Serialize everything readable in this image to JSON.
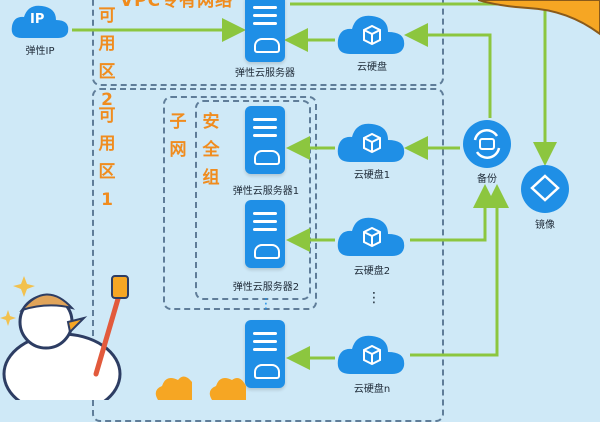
{
  "title_partial": "VPC专有网络",
  "zones": {
    "az2": "可用区2",
    "az1": "可用区1",
    "subnet": "子网",
    "security_group": "安全组"
  },
  "nodes": {
    "eip_badge": "IP",
    "eip": "弹性IP",
    "ecs_top": "弹性云服务器",
    "disk_top": "云硬盘",
    "ecs1": "弹性云服务器1",
    "ecs2": "弹性云服务器2",
    "disk1": "云硬盘1",
    "disk2": "云硬盘2",
    "diskn": "云硬盘n",
    "backup": "备份",
    "image": "镜像",
    "dots_disk": "⋮",
    "dots_server": "⋮"
  },
  "colors": {
    "background": "#cfe9f7",
    "accent_blue": "#1f8fe6",
    "arrow_green": "#8cc63f",
    "label_orange": "#f08c1e"
  }
}
